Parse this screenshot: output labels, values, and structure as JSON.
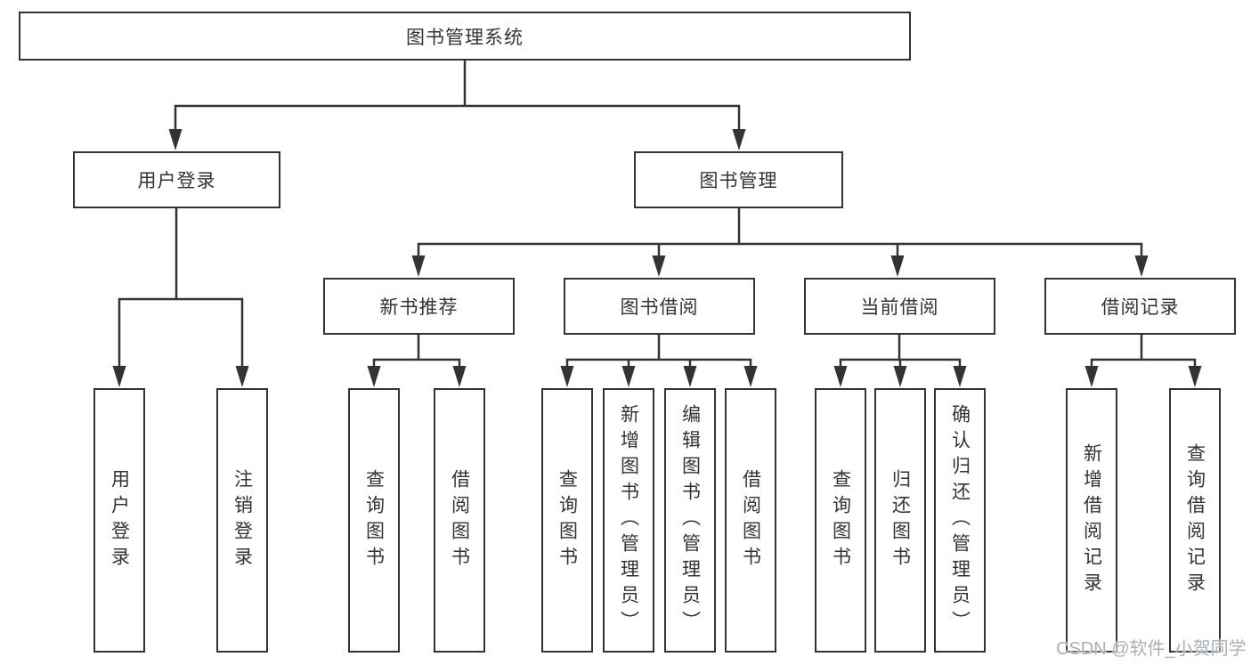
{
  "tree": {
    "root": "图书管理系统",
    "branches": [
      {
        "label": "用户登录",
        "children": [
          "用户登录",
          "注销登录"
        ]
      },
      {
        "label": "图书管理",
        "sections": [
          {
            "label": "新书推荐",
            "children": [
              "查询图书",
              "借阅图书"
            ]
          },
          {
            "label": "图书借阅",
            "children": [
              "查询图书",
              "新增图书（管理员）",
              "编辑图书（管理员）",
              "借阅图书"
            ]
          },
          {
            "label": "当前借阅",
            "children": [
              "查询图书",
              "归还图书",
              "确认归还（管理员）"
            ]
          },
          {
            "label": "借阅记录",
            "children": [
              "新增借阅记录",
              "查询借阅记录"
            ]
          }
        ]
      }
    ]
  },
  "watermark": "CSDN @软件_小贺同学",
  "colors": {
    "line": "#333333",
    "text": "#333333",
    "box_background": "#ffffff",
    "page_background": "#ffffff",
    "watermark": "#aab0b6"
  }
}
